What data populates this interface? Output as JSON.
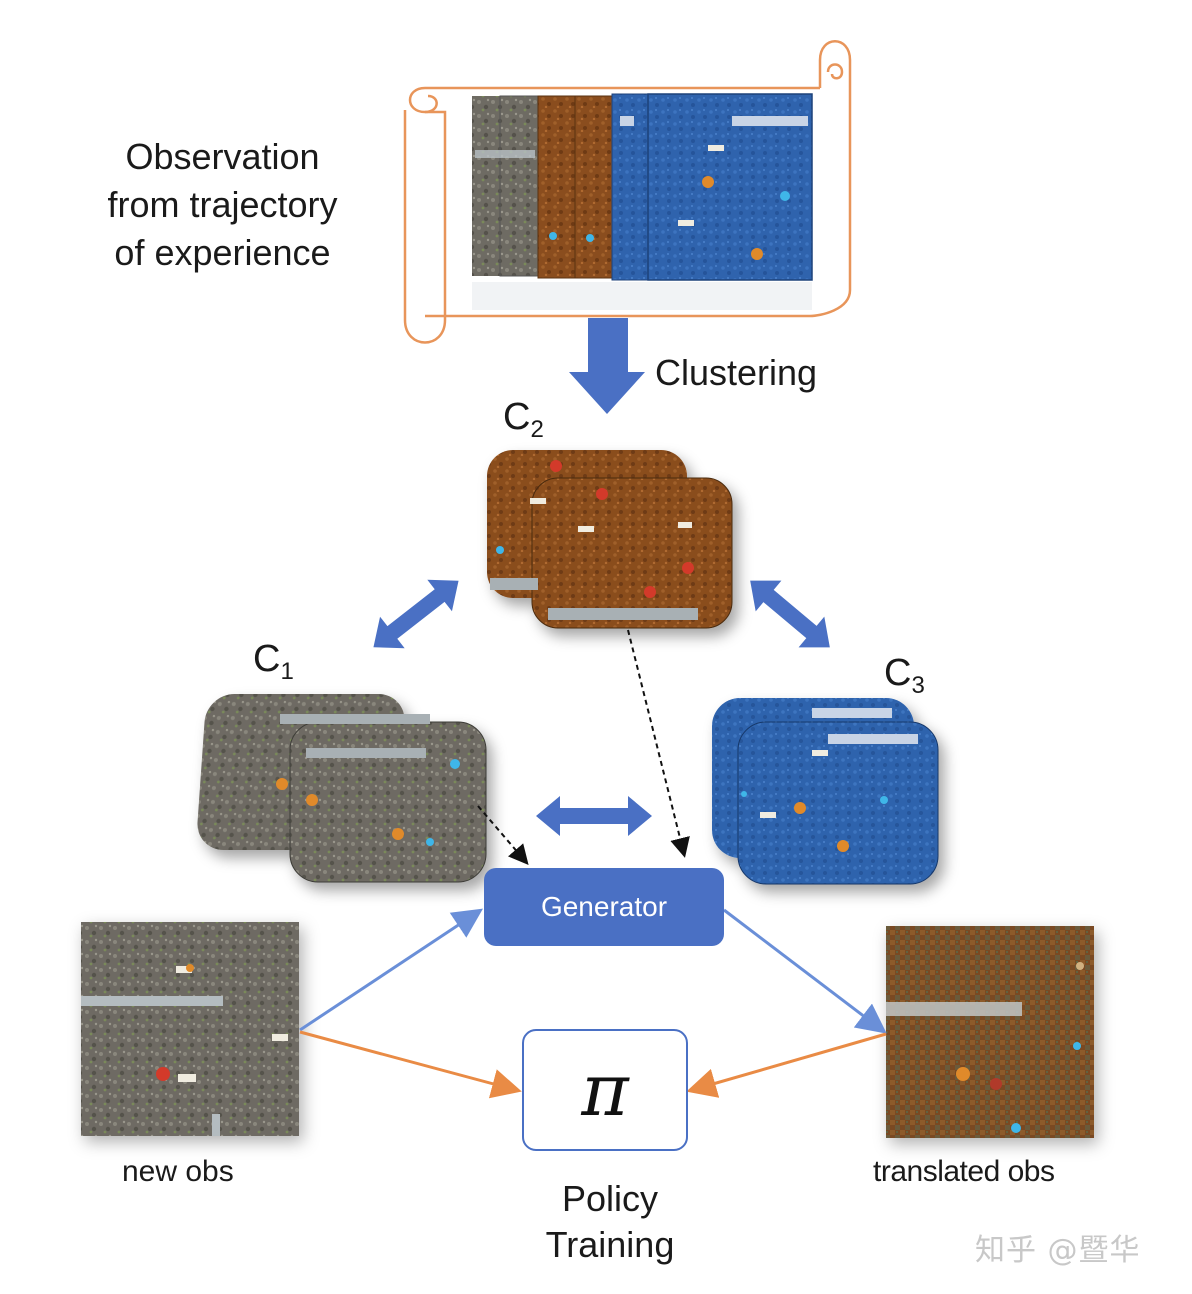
{
  "labels": {
    "observation_line1": "Observation",
    "observation_line2": "from trajectory",
    "observation_line3": "of experience",
    "clustering": "Clustering",
    "c1_letter": "C",
    "c1_sub": "1",
    "c2_letter": "C",
    "c2_sub": "2",
    "c3_letter": "C",
    "c3_sub": "3",
    "generator": "Generator",
    "pi": "π",
    "new_obs": "new obs",
    "translated_obs": "translated obs",
    "policy_line1": "Policy",
    "policy_line2": "Training",
    "watermark": "知乎 @暨华"
  },
  "colors": {
    "block_arrow": "#4a70c4",
    "generator_fill": "#4a70c4",
    "blue_line": "#6a8fd8",
    "orange_line": "#e98b45",
    "scroll_outline": "#e8955a",
    "gray_env": "#6e6b63",
    "brown_env": "#8a4d1e",
    "blue_env": "#2f63ad"
  }
}
